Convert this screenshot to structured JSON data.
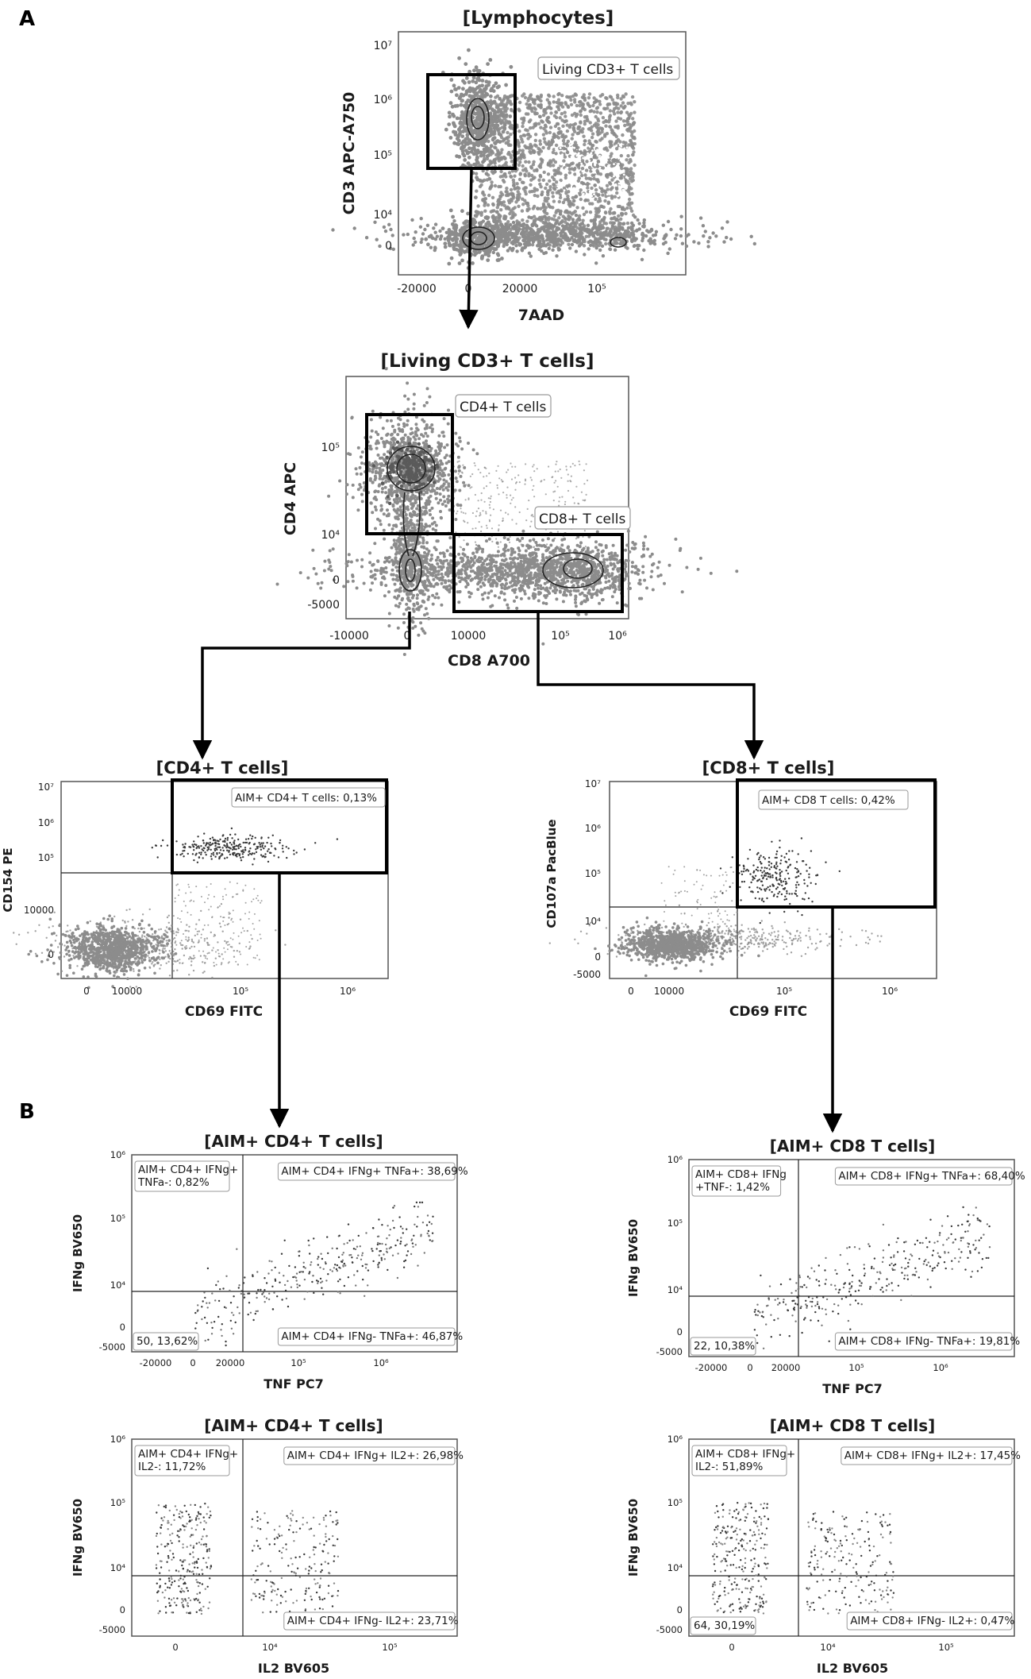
{
  "panel_letters": [
    "A",
    "B"
  ],
  "plots": [
    {
      "id": "p1",
      "title": "[Lymphocytes]",
      "xlabel": "7AAD",
      "ylabel": "CD3 APC-A750",
      "xticks": [
        "-20000",
        "0",
        "20000",
        "10⁵"
      ],
      "yticks": [
        "10⁷",
        "10⁶",
        "10⁵",
        "10⁴",
        "0"
      ],
      "gates": [
        {
          "label": "Living CD3+ T cells"
        }
      ]
    },
    {
      "id": "p2",
      "title": "[Living CD3+ T cells]",
      "xlabel": "CD8 A700",
      "ylabel": "CD4 APC",
      "xticks": [
        "-10000",
        "0",
        "10000",
        "10⁵",
        "10⁶"
      ],
      "yticks": [
        "10⁵",
        "10⁴",
        "0",
        "-5000"
      ],
      "gates": [
        {
          "label": "CD4+ T cells"
        },
        {
          "label": "CD8+ T cells"
        }
      ]
    },
    {
      "id": "p3",
      "title": "[CD4+ T cells]",
      "xlabel": "CD69 FITC",
      "ylabel": "CD154 PE",
      "xticks": [
        "0",
        "10000",
        "10⁵",
        "10⁶"
      ],
      "yticks": [
        "10⁷",
        "10⁶",
        "10⁵",
        "10000",
        "0"
      ],
      "gates": [
        {
          "label": "AIM+ CD4+ T cells: 0,13%"
        }
      ]
    },
    {
      "id": "p4",
      "title": "[CD8+ T cells]",
      "xlabel": "CD69 FITC",
      "ylabel": "CD107a PacBlue",
      "xticks": [
        "0",
        "10000",
        "10⁵",
        "10⁶"
      ],
      "yticks": [
        "10⁷",
        "10⁶",
        "10⁵",
        "10⁴",
        "0",
        "-5000"
      ],
      "gates": [
        {
          "label": "AIM+ CD8 T cells: 0,42%"
        }
      ]
    },
    {
      "id": "p5",
      "title": "[AIM+ CD4+ T cells]",
      "xlabel": "TNF PC7",
      "ylabel": "IFNg BV650",
      "xticks": [
        "-20000",
        "0",
        "20000",
        "10⁵",
        "10⁶"
      ],
      "yticks": [
        "10⁶",
        "10⁵",
        "10⁴",
        "0",
        "-5000"
      ],
      "quadrants": {
        "ul": [
          "AIM+ CD4+ IFNg+",
          "TNFa-: 0,82%"
        ],
        "ur": [
          "AIM+ CD4+ IFNg+ TNFa+: 38,69%"
        ],
        "ll": [
          "50, 13,62%"
        ],
        "lr": [
          "AIM+ CD4+ IFNg- TNFa+: 46,87%"
        ]
      }
    },
    {
      "id": "p6",
      "title": "[AIM+ CD8 T cells]",
      "xlabel": "TNF PC7",
      "ylabel": "IFNg BV650",
      "xticks": [
        "-20000",
        "0",
        "20000",
        "10⁵",
        "10⁶"
      ],
      "yticks": [
        "10⁶",
        "10⁵",
        "10⁴",
        "0",
        "-5000"
      ],
      "quadrants": {
        "ul": [
          "AIM+ CD8+ IFNg",
          "+TNF-: 1,42%"
        ],
        "ur": [
          "AIM+ CD8+ IFNg+ TNFa+: 68,40%"
        ],
        "ll": [
          "22, 10,38%"
        ],
        "lr": [
          "AIM+ CD8+ IFNg- TNFa+: 19,81%"
        ]
      }
    },
    {
      "id": "p7",
      "title": "[AIM+ CD4+ T cells]",
      "xlabel": "IL2 BV605",
      "ylabel": "IFNg BV650",
      "xticks": [
        "0",
        "10⁴",
        "10⁵"
      ],
      "yticks": [
        "10⁶",
        "10⁵",
        "10⁴",
        "0",
        "-5000"
      ],
      "quadrants": {
        "ul": [
          "AIM+ CD4+ IFNg+",
          "IL2-: 11,72%"
        ],
        "ur": [
          "AIM+ CD4+ IFNg+ IL2+: 26,98%"
        ],
        "ll": [],
        "lr": [
          "AIM+ CD4+ IFNg- IL2+: 23,71%"
        ]
      }
    },
    {
      "id": "p8",
      "title": "[AIM+ CD8 T cells]",
      "xlabel": "IL2 BV605",
      "ylabel": "IFNg BV650",
      "xticks": [
        "0",
        "10⁴",
        "10⁵"
      ],
      "yticks": [
        "10⁶",
        "10⁵",
        "10⁴",
        "0",
        "-5000"
      ],
      "quadrants": {
        "ul": [
          "AIM+ CD8+ IFNg+",
          "IL2-: 51,89%"
        ],
        "ur": [
          "AIM+ CD8+ IFNg+ IL2+: 17,45%"
        ],
        "ll": [
          "64, 30,19%"
        ],
        "lr": [
          "AIM+ CD8+ IFNg- IL2+: 0,47%"
        ]
      }
    }
  ],
  "colors": {
    "event_gray": "#8c8c8c",
    "event_dark": "#3a3a3a",
    "gate_line": "#000000",
    "frame": "#555555"
  }
}
